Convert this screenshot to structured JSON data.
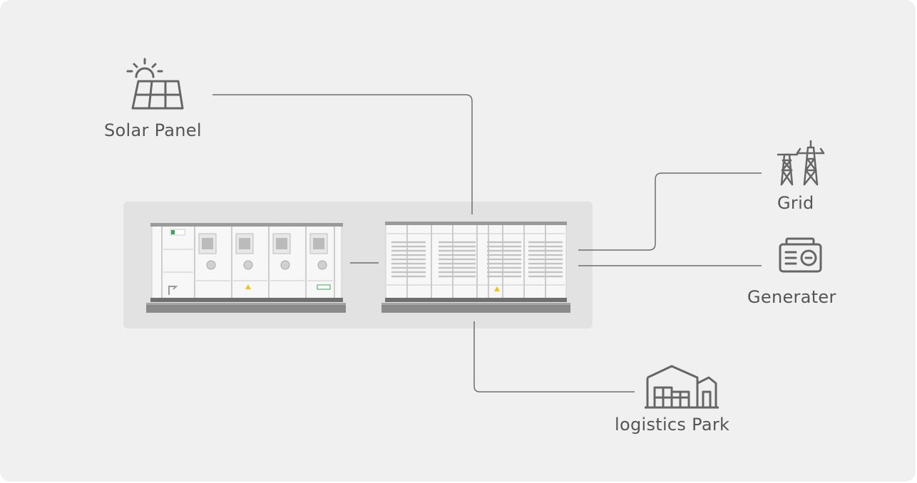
{
  "colors": {
    "background": "#f0f0f0",
    "equipment_panel": "#e2e2e2",
    "icon_stroke": "#666666",
    "line": "#6e6e6e",
    "label": "#555555",
    "accent_green": "#3aa35a",
    "warning_yellow": "#f2c21b"
  },
  "nodes": {
    "solar": {
      "label": "Solar Panel",
      "icon": "solar-panel-icon"
    },
    "grid": {
      "label": "Grid",
      "icon": "power-tower-icon"
    },
    "generator": {
      "label": "Generater",
      "icon": "generator-icon"
    },
    "park": {
      "label": "logistics Park",
      "icon": "warehouse-icon"
    }
  },
  "equipment": {
    "left_unit": {
      "icon": "pcs-cabinet"
    },
    "right_unit": {
      "icon": "battery-container"
    }
  }
}
